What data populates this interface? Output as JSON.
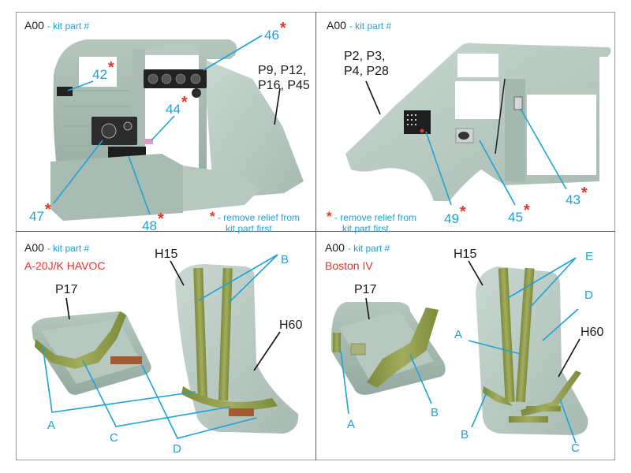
{
  "colors": {
    "leader_cyan": "#1fa2d6",
    "leader_black": "#111111",
    "asterisk_red": "#e8332a",
    "resin_green": "#b9cbc3",
    "panel_black": "#222222",
    "strap_olive": "#8d9a4a"
  },
  "panels": [
    {
      "id": "top-left",
      "header": {
        "code": "A00",
        "legend": "- kit part #"
      },
      "callouts": [
        {
          "num": "42",
          "asterisk": "*"
        },
        {
          "num": "46",
          "asterisk": "*"
        },
        {
          "num": "44",
          "asterisk": "*"
        },
        {
          "num": "47",
          "asterisk": "*"
        },
        {
          "num": "48",
          "asterisk": "*"
        }
      ],
      "parts_label_line1": "P9, P12,",
      "parts_label_line2": "P16, P45",
      "note": {
        "asterisk": "*",
        "line1": "- remove relief from",
        "line2": "kit part first"
      }
    },
    {
      "id": "top-right",
      "header": {
        "code": "A00",
        "legend": "- kit part #"
      },
      "callouts": [
        {
          "num": "49",
          "asterisk": "*"
        },
        {
          "num": "45",
          "asterisk": "*"
        },
        {
          "num": "43",
          "asterisk": "*"
        }
      ],
      "parts_label_line1": "P2, P3,",
      "parts_label_line2": "P4, P28",
      "note": {
        "asterisk": "*",
        "line1": "- remove relief from",
        "line2": "kit part first"
      }
    },
    {
      "id": "bottom-left",
      "header": {
        "code": "A00",
        "legend": "- kit part #"
      },
      "variant": "A-20J/K HAVOC",
      "labels": {
        "cushion": "P17",
        "seat": "H15",
        "fitting": "H60"
      },
      "letters": [
        "A",
        "B",
        "C",
        "D"
      ]
    },
    {
      "id": "bottom-right",
      "header": {
        "code": "A00",
        "legend": "- kit part #"
      },
      "variant": "Boston IV",
      "labels": {
        "cushion": "P17",
        "seat": "H15",
        "fitting": "H60"
      },
      "letters": [
        "A",
        "B",
        "E",
        "D",
        "A",
        "B",
        "C"
      ]
    }
  ]
}
